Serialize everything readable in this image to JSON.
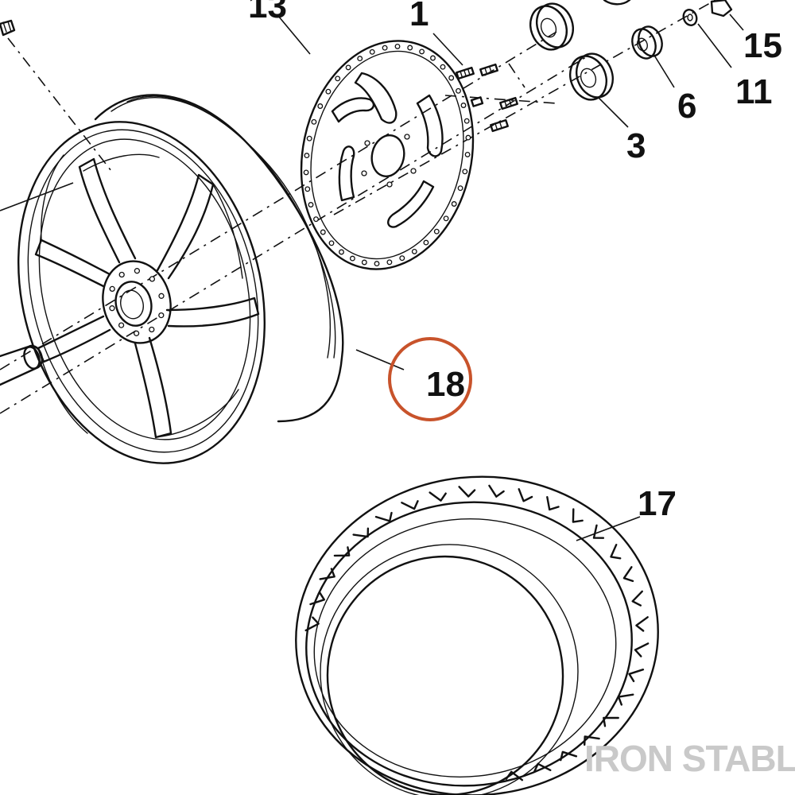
{
  "diagram": {
    "highlight_color": "#c8532b",
    "line_color": "#111111",
    "callouts": [
      {
        "id": "c13",
        "label": "13"
      },
      {
        "id": "c1",
        "label": "1"
      },
      {
        "id": "c15",
        "label": "15"
      },
      {
        "id": "c11",
        "label": "11"
      },
      {
        "id": "c6",
        "label": "6"
      },
      {
        "id": "c3",
        "label": "3"
      },
      {
        "id": "c18",
        "label": "18",
        "highlighted": true
      },
      {
        "id": "c17",
        "label": "17"
      }
    ],
    "parts": [
      {
        "name": "brake-rotor-icon"
      },
      {
        "name": "wheel-rim-icon"
      },
      {
        "name": "tire-icon"
      },
      {
        "name": "bearing-icon"
      },
      {
        "name": "spacer-icon"
      },
      {
        "name": "screw-icon"
      },
      {
        "name": "axle-icon"
      }
    ]
  },
  "watermark": {
    "text": "IRON STABLE",
    "color": "#c9c9c9"
  }
}
